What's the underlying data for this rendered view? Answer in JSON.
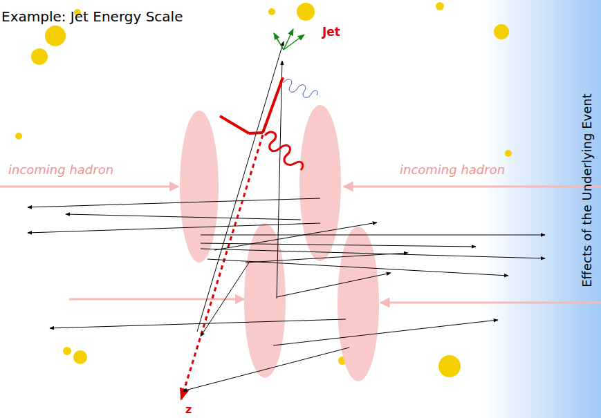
{
  "diagram": {
    "title": "Example: Jet Energy Scale",
    "labels": [
      "Jet",
      "incoming hadron",
      "incoming hadron",
      "Effects of the Underlying Event",
      "z"
    ]
  }
}
